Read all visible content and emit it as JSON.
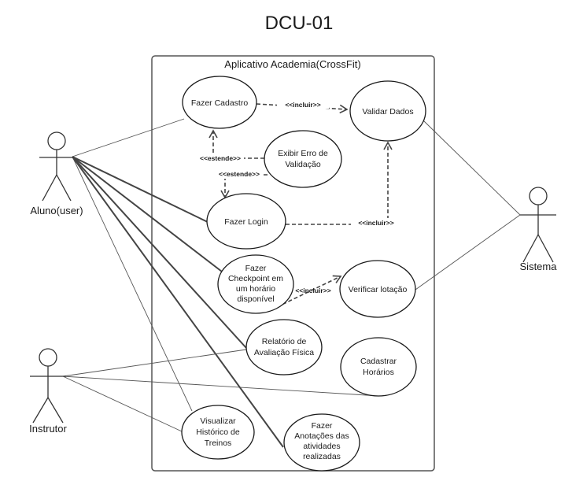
{
  "diagram": {
    "title": "DCU-01",
    "system_boundary": "Aplicativo Academia(CrossFit)",
    "actors": {
      "aluno": "Aluno(user)",
      "instrutor": "Instrutor",
      "sistema": "Sistema"
    },
    "use_cases": {
      "fazer_cadastro": [
        "Fazer Cadastro"
      ],
      "validar_dados": [
        "Validar Dados"
      ],
      "exibir_erro": [
        "Exibir Erro de",
        "Validação"
      ],
      "fazer_login": [
        "Fazer Login"
      ],
      "fazer_checkpoint": [
        "Fazer",
        "Checkpoint em",
        "um horário",
        "disponível"
      ],
      "verificar_lotacao": [
        "Verificar lotação"
      ],
      "relatorio_avaliacao": [
        "Relatório de",
        "Avaliação Física"
      ],
      "cadastrar_horarios": [
        "Cadastrar",
        "Horários"
      ],
      "visualizar_historico": [
        "Visualizar",
        "Histórico de",
        "Treinos"
      ],
      "fazer_anotacoes": [
        "Fazer",
        "Anotações das",
        "atividades",
        "realizadas"
      ]
    },
    "relations": {
      "incluir_cadastro_validar": "<<incluir>>",
      "estende_erro_cadastro": "<<estende>>",
      "estende_erro_login": "<<estende>>",
      "incluir_login_validar": "<<incluir>>",
      "incluir_checkpoint_lotacao": "<<incluir>>"
    }
  }
}
